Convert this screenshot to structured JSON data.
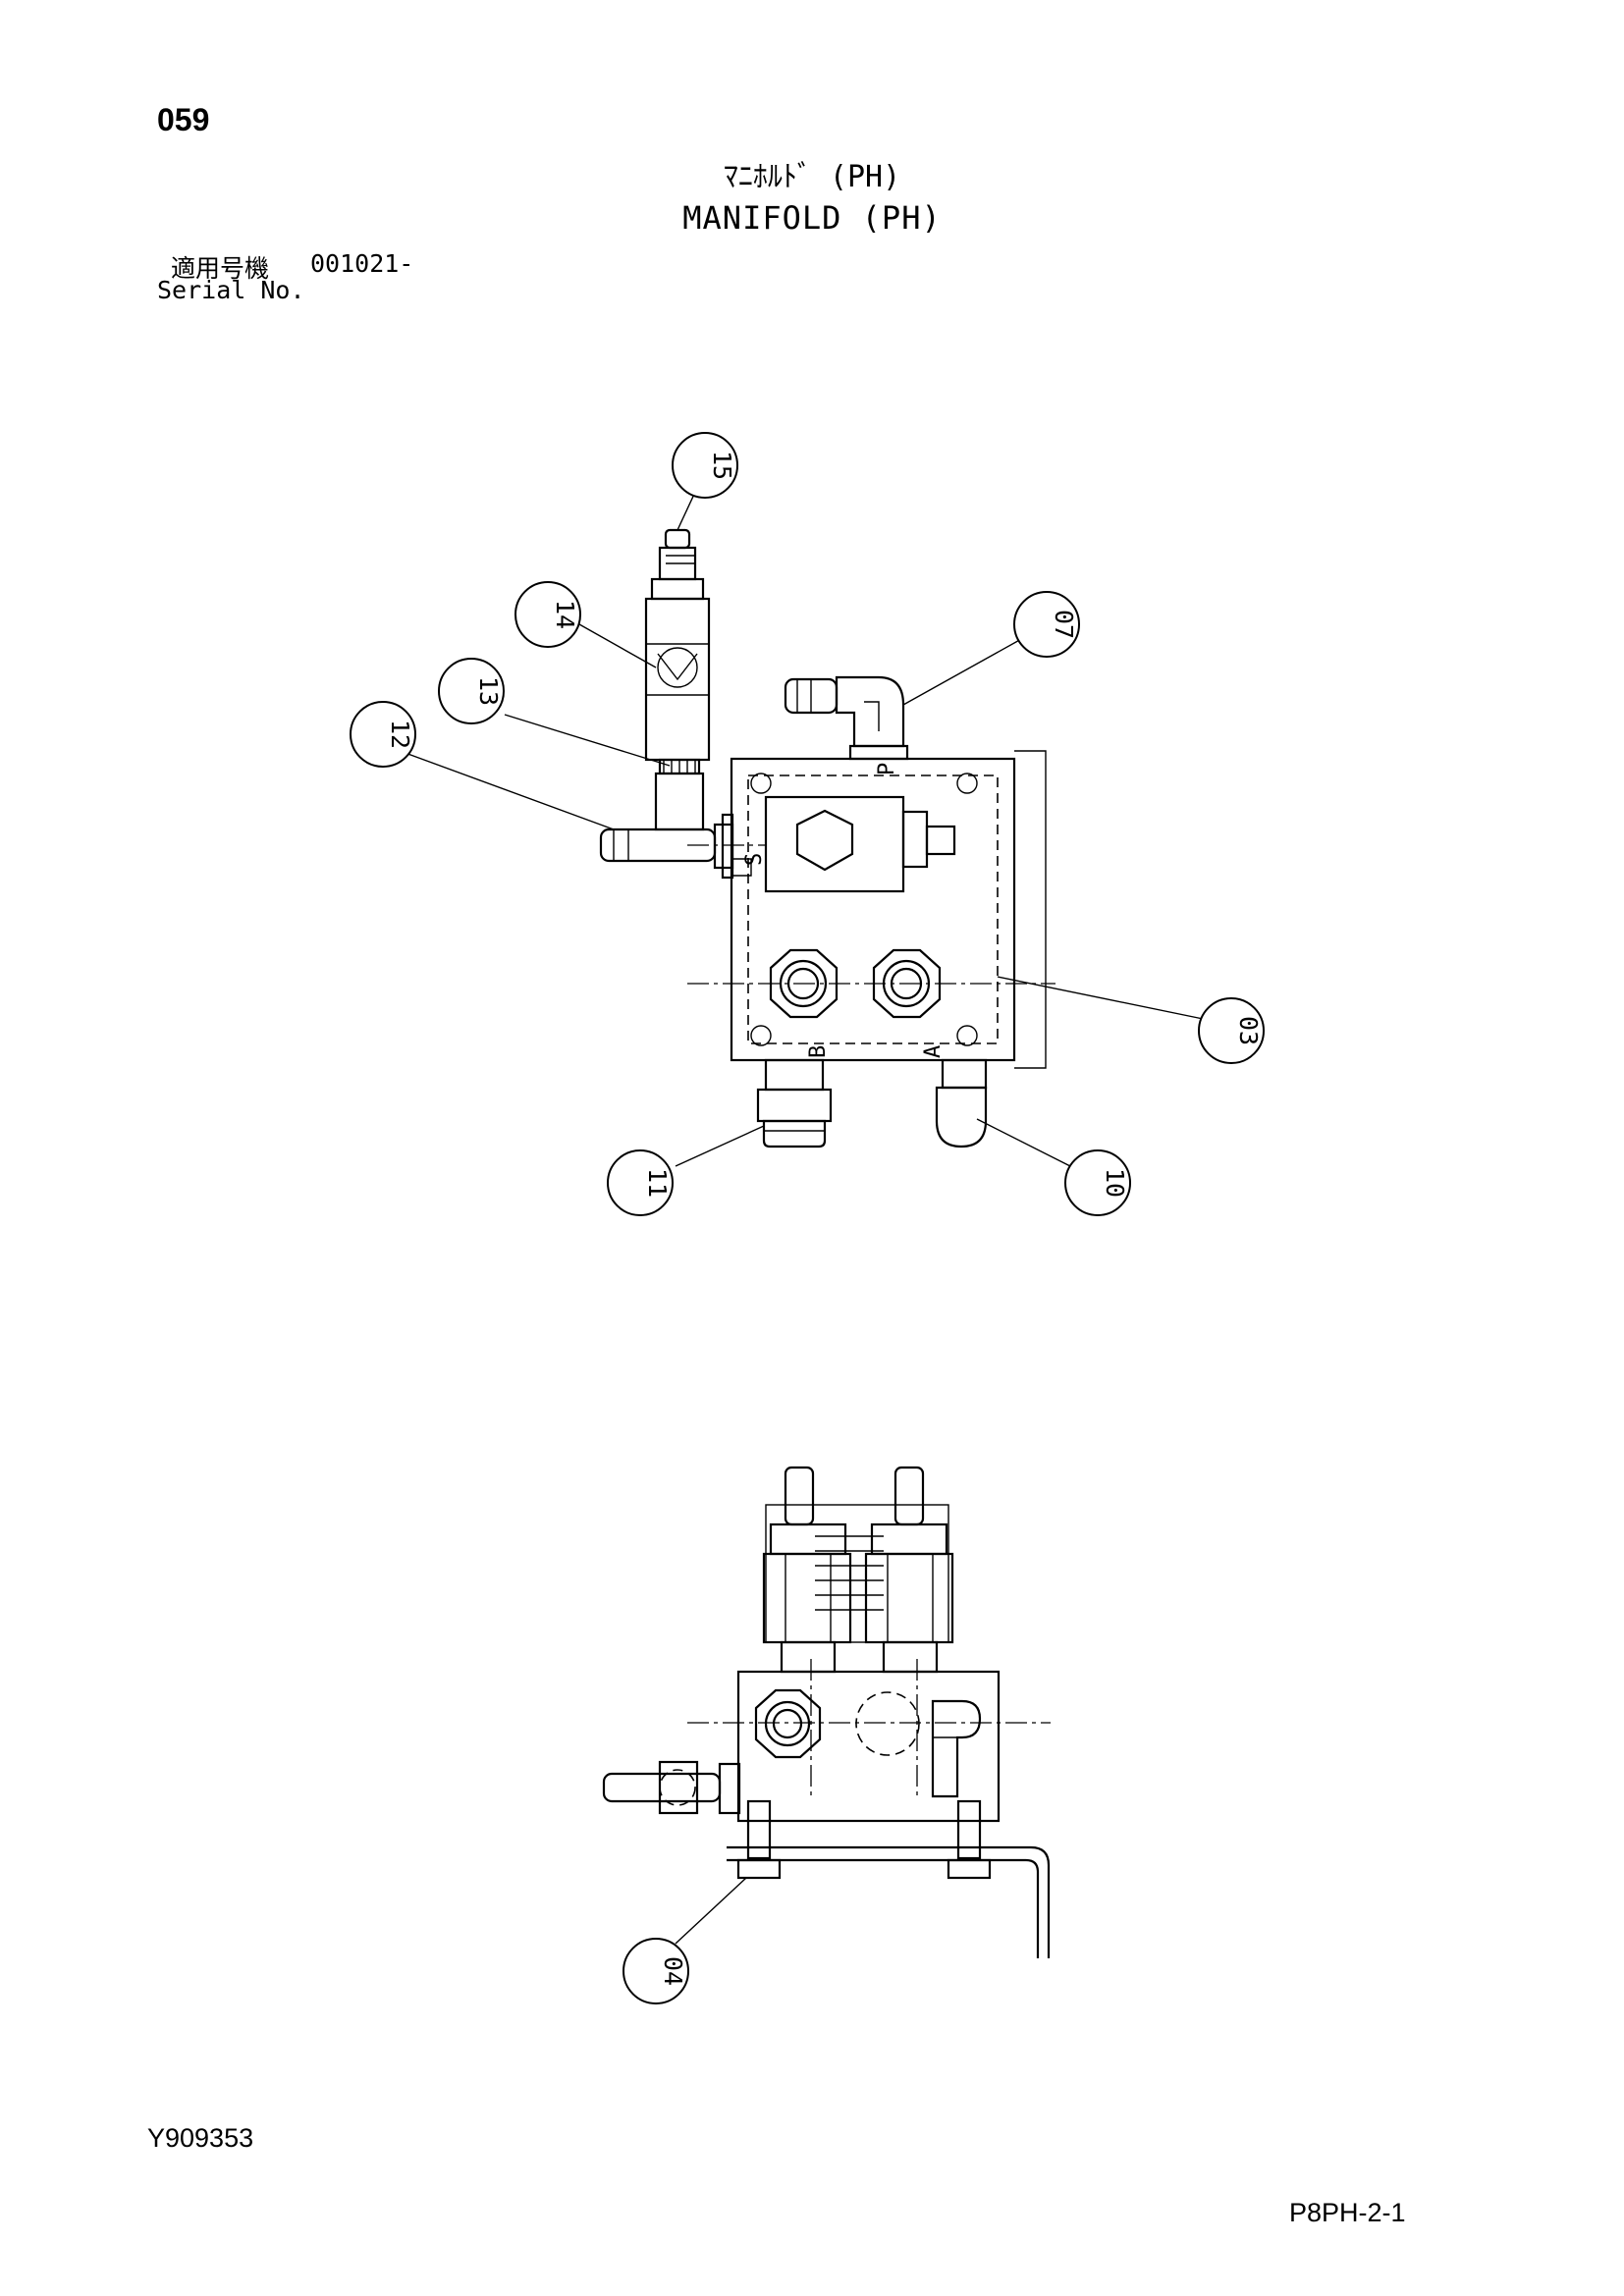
{
  "page": {
    "number": "059",
    "title_jp": "ﾏﾆﾎﾙﾄﾞ (PH)",
    "title_en": "MANIFOLD (PH)",
    "serial_label_jp": "適用号機",
    "serial_value": "001021-",
    "serial_label_en": "Serial No.",
    "drawing_code": "Y909353",
    "sheet_code": "P8PH-2-1"
  },
  "balloons": [
    "15",
    "14",
    "13",
    "12",
    "07",
    "03",
    "11",
    "10",
    "04"
  ],
  "ports": [
    "P",
    "S",
    "B",
    "A"
  ]
}
